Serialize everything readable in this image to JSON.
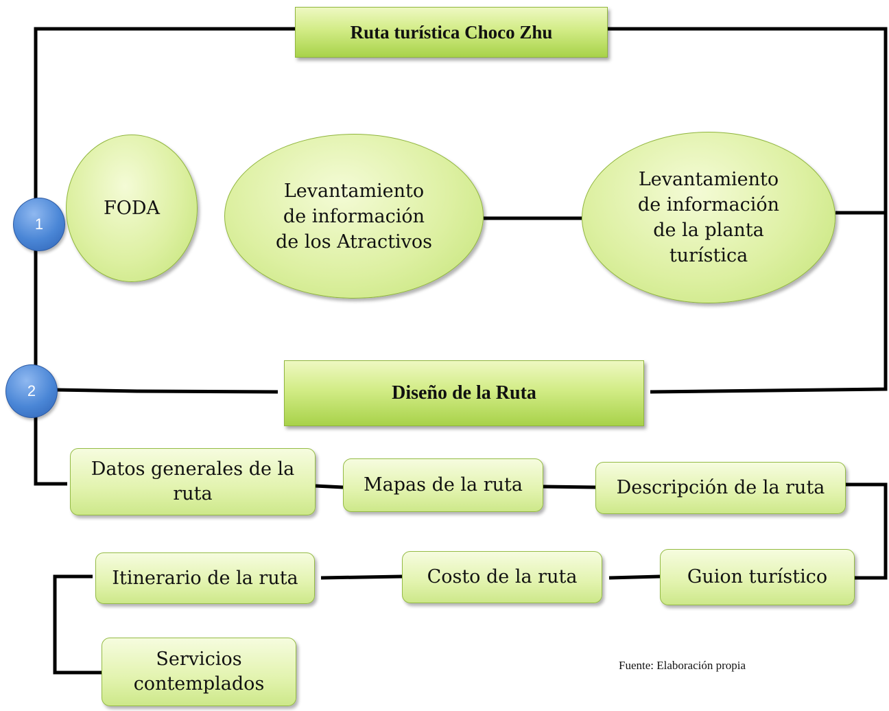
{
  "title": "Ruta turística Choco Zhu",
  "steps": [
    "1",
    "2"
  ],
  "phase1": {
    "foda": "FODA",
    "atractivos": "Levantamiento de información de los Atractivos",
    "planta": "Levantamiento de información de la planta turística"
  },
  "phase2": {
    "title": "Diseño de la Ruta",
    "items": [
      "Datos generales de la ruta",
      "Mapas de la ruta",
      "Descripción de la ruta",
      "Guion turístico",
      "Costo de la ruta",
      "Itinerario de la ruta",
      "Servicios contemplados"
    ]
  },
  "source": "Fuente: Elaboración propia",
  "colors": {
    "node_fill": "#dff1a8",
    "node_border": "#8fb53c",
    "step_fill": "#4a86d6",
    "connector": "#000000"
  }
}
